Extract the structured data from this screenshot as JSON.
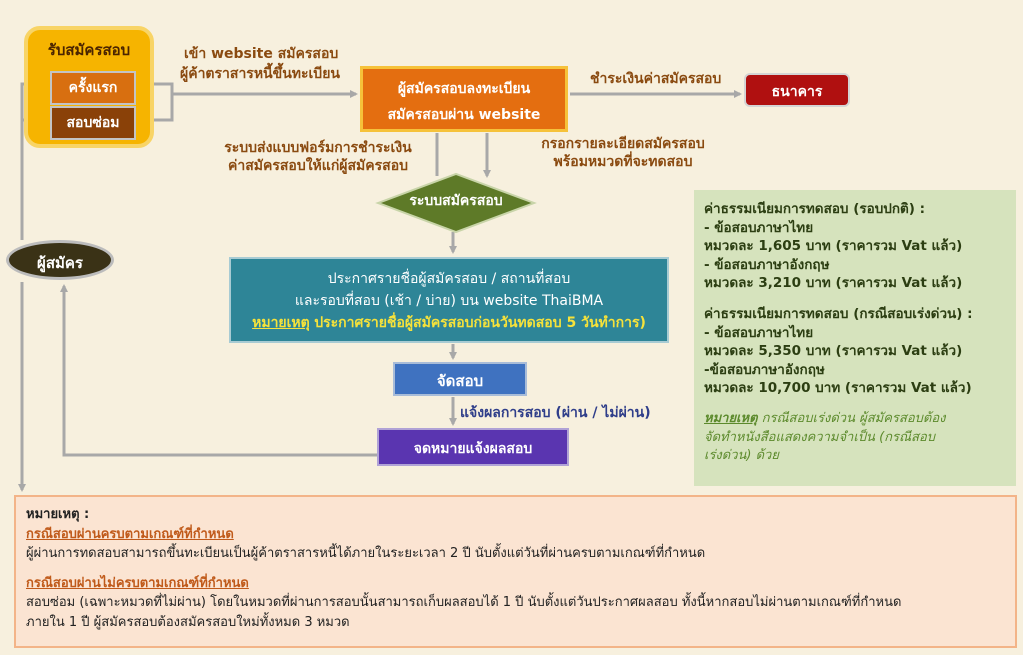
{
  "registration": {
    "title": "รับสมัครสอบ",
    "first": "ครั้งแรก",
    "repeat": "สอบซ่อม"
  },
  "labels": {
    "enter_web_1": "เข้า website สมัครสอบ",
    "enter_web_2": "ผู้ค้าตราสารหนี้ขึ้นทะเบียน",
    "pay_fee": "ชำระเงินค่าสมัครสอบ",
    "send_form_1": "ระบบส่งแบบฟอร์มการชำระเงิน",
    "send_form_2": "ค่าสมัครสอบให้แก่ผู้สมัครสอบ",
    "fill_details_1": "กรอกรายละเอียดสมัครสอบ",
    "fill_details_2": "พร้อมหมวดที่จะทดสอบ",
    "notify_result": "แจ้งผลการสอบ (ผ่าน / ไม่ผ่าน)"
  },
  "nodes": {
    "register_web_1": "ผู้สมัครสอบลงทะเบียน",
    "register_web_2": "สมัครสอบผ่าน website",
    "bank": "ธนาคาร",
    "applicant": "ผู้สมัคร",
    "system": "ระบบสมัครสอบ",
    "announce_1": "ประกาศรายชื่อผู้สมัครสอบ / สถานที่สอบ",
    "announce_2": "และรอบที่สอบ (เช้า / บ่าย) บน  website ThaiBMA",
    "announce_note_label": "หมายเหตุ",
    "announce_note_text": "ประกาศรายชื่อผู้สมัครสอบก่อนวันทดสอบ 5 วันทำการ)",
    "exam": "จัดสอบ",
    "result_letter": "จดหมายแจ้งผลสอบ"
  },
  "fees": {
    "normal_title": "ค่าธรรมเนียมการทดสอบ (รอบปกติ)  :",
    "normal_thai_label": "- ข้อสอบภาษาไทย",
    "normal_thai_price": "หมวดละ 1,605 บาท (ราคารวม Vat แล้ว)",
    "normal_eng_label": "- ข้อสอบภาษาอังกฤษ",
    "normal_eng_price": "หมวดละ  3,210 บาท (ราคารวม Vat แล้ว)",
    "urgent_title": "ค่าธรรมเนียมการทดสอบ (กรณีสอบเร่งด่วน) :",
    "urgent_thai_label": "- ข้อสอบภาษาไทย",
    "urgent_thai_price": "หมวดละ 5,350 บาท (ราคารวม Vat แล้ว)",
    "urgent_eng_label": "-ข้อสอบภาษาอังกฤษ",
    "urgent_eng_price": "หมวดละ 10,700 บาท (ราคารวม Vat แล้ว)",
    "note_label": "หมายเหตุ",
    "note_line1": " กรณีสอบเร่งด่วน ผู้สมัครสอบต้อง",
    "note_line2": "จัดทำหนังสือแสดงความจำเป็น (กรณีสอบ",
    "note_line3": "เร่งด่วน) ด้วย"
  },
  "notes": {
    "title": "หมายเหตุ :",
    "pass_title": "กรณีสอบผ่านครบตามเกณฑ์ที่กำหนด",
    "pass_text": "ผู้ผ่านการทดสอบสามารถขึ้นทะเบียนเป็นผู้ค้าตราสารหนี้ได้ภายในระยะเวลา 2 ปี  นับตั้งแต่วันที่ผ่านครบตามเกณฑ์ที่กำหนด",
    "fail_title": "กรณีสอบผ่านไม่ครบตามเกณฑ์ที่กำหนด",
    "fail_text_1": "สอบซ่อม (เฉพาะหมวดที่ไม่ผ่าน)  โดยในหมวดที่ผ่านการสอบนั้นสามารถเก็บผลสอบได้ 1 ปี นับตั้งแต่วันประกาศผลสอบ ทั้งนี้หากสอบไม่ผ่านตามเกณฑ์ที่กำหนด",
    "fail_text_2": "ภายใน 1 ปี ผู้สมัครสอบต้องสมัครสอบใหม่ทั้งหมด 3 หมวด"
  },
  "colors": {
    "background": "#f7f0de",
    "connector": "#a8a8a8",
    "registration_group": "#f6b400",
    "register_web": "#e46e10",
    "bank": "#b01010",
    "system_diamond": "#5e7a28",
    "announce": "#2e8597",
    "exam": "#3f72c0",
    "result_letter": "#5a35b0",
    "fees_panel": "#d6e3bd",
    "notes_panel": "#fbe4d2"
  }
}
